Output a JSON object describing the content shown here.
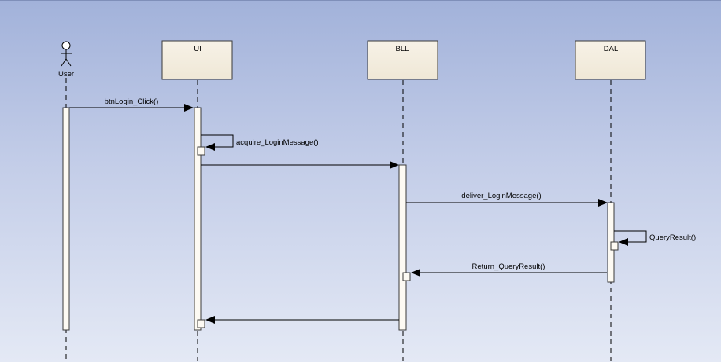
{
  "actors": [
    {
      "id": "user",
      "name": "User",
      "kind": "actor"
    },
    {
      "id": "ui",
      "name": "UI",
      "kind": "lifeline"
    },
    {
      "id": "bll",
      "name": "BLL",
      "kind": "lifeline"
    },
    {
      "id": "dal",
      "name": "DAL",
      "kind": "lifeline"
    }
  ],
  "messages": [
    {
      "from": "user",
      "to": "ui",
      "label": "btnLogin_Click()",
      "kind": "call"
    },
    {
      "from": "ui",
      "to": "ui",
      "label": "acquire_LoginMessage()",
      "kind": "self"
    },
    {
      "from": "ui",
      "to": "bll",
      "label": "",
      "kind": "call"
    },
    {
      "from": "bll",
      "to": "dal",
      "label": "deliver_LoginMessage()",
      "kind": "call"
    },
    {
      "from": "dal",
      "to": "dal",
      "label": "QueryResult()",
      "kind": "self"
    },
    {
      "from": "dal",
      "to": "bll",
      "label": "Return_QueryResult()",
      "kind": "return"
    },
    {
      "from": "bll",
      "to": "ui",
      "label": "",
      "kind": "return"
    }
  ],
  "colors": {
    "background_top": "#a2b2da",
    "background_bottom": "#e4e9f5",
    "box_fill": "#f4eee1",
    "box_stroke": "#3a3a3a",
    "line": "#000000"
  }
}
